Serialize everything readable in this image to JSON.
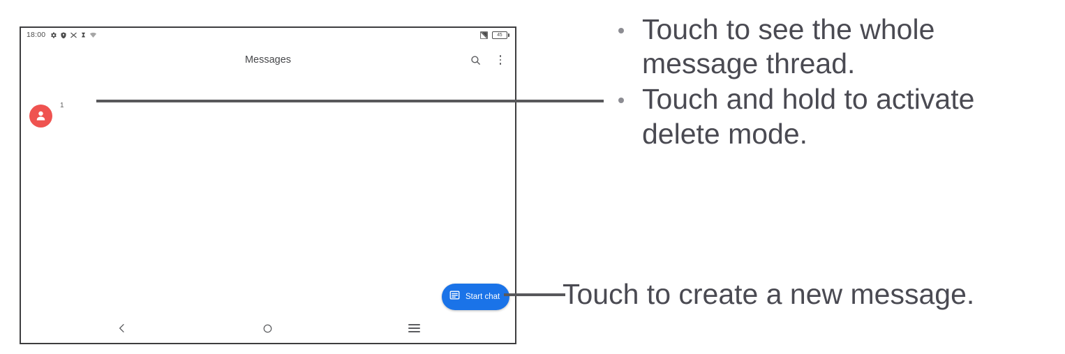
{
  "device": {
    "status_bar": {
      "time": "18:00",
      "left_icons": [
        "gear-icon",
        "shield-icon",
        "no-signal-icon",
        "hourglass-icon",
        "wifi-off-icon"
      ],
      "right_icons": [
        "mute-icon",
        "battery-icon"
      ],
      "battery_level": "45"
    },
    "app_bar": {
      "title": "Messages",
      "actions": [
        "search-icon",
        "overflow-menu-icon"
      ]
    },
    "conversation": {
      "avatar_color": "#EF5350",
      "count_label": "1"
    },
    "fab": {
      "label": "Start chat",
      "icon": "compose-message-icon",
      "color": "#1A73E8"
    },
    "nav_bar": {
      "back": "back-icon",
      "home": "home-icon",
      "recents": "recents-icon"
    }
  },
  "annotations": {
    "bullets": [
      "Touch to see the whole message thread.",
      "Touch and hold to activate delete mode."
    ],
    "fab_note": "Touch to create a new message.",
    "text_color": "#4A4A52",
    "leader_line_color": "#58585B"
  }
}
